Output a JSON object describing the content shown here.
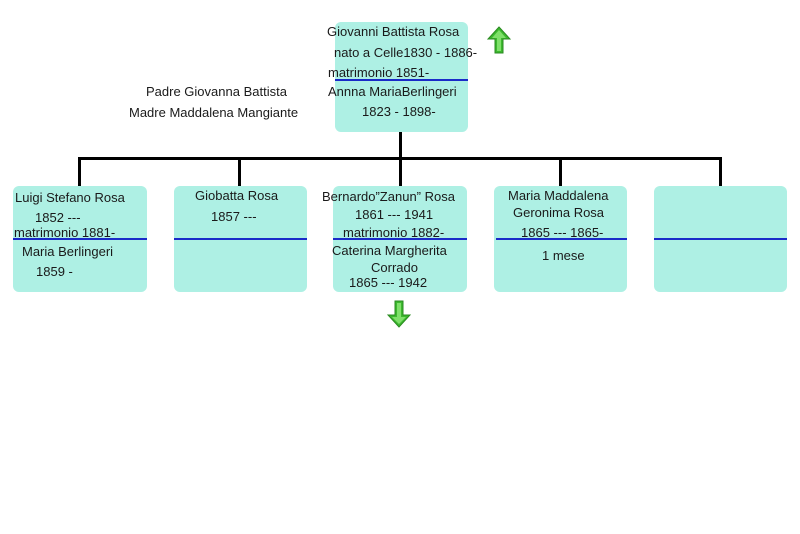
{
  "root": {
    "name": "Giovanni Battista Rosa",
    "birth_line": "nato a Celle1830 - 1886-",
    "marriage": "matrimonio 1851-",
    "spouse": "Annna MariaBerlingeri",
    "spouse_dates": "1823 - 1898-"
  },
  "parents": {
    "father": "Padre Giovanna Battista",
    "mother": "Madre Maddalena Mangiante"
  },
  "children": [
    {
      "name": "Luigi Stefano Rosa",
      "dates": "1852 ---",
      "marriage": "matrimonio 1881-",
      "spouse": "Maria Berlingeri",
      "spouse_dates": "1859 -"
    },
    {
      "name": "Giobatta Rosa",
      "dates": "1857 ---"
    },
    {
      "name": "Bernardo”Zanun” Rosa",
      "dates": "1861 --- 1941",
      "marriage": "matrimonio 1882-",
      "spouse_line1": "Caterina Margherita",
      "spouse_line2": "Corrado",
      "spouse_dates": "1865 --- 1942"
    },
    {
      "name_line1": "Maria Maddalena",
      "name_line2": "Geronima Rosa",
      "dates": "1865 --- 1865-",
      "note": "1 mese"
    },
    {}
  ],
  "colors": {
    "card": "#aef0e4",
    "divider": "#1a2bc8",
    "arrow": "#3cb82e"
  },
  "icons": {
    "up": "green-up-arrow-icon",
    "down": "green-down-arrow-icon"
  }
}
